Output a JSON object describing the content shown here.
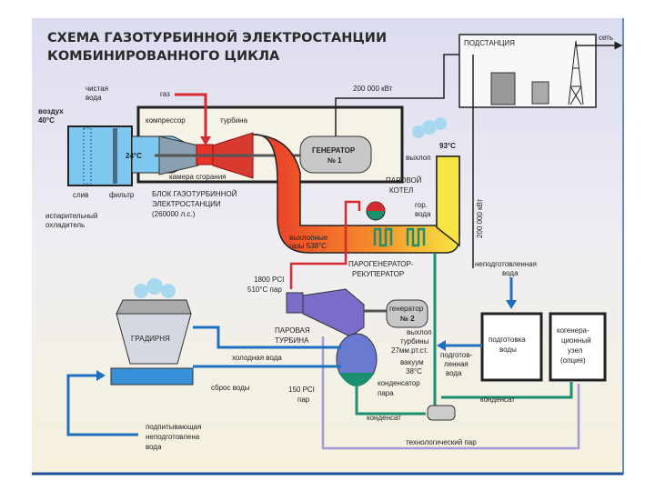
{
  "title": {
    "line1": "СХЕМА ГАЗОТУРБИННОЙ ЭЛЕКТРОСТАНЦИИ",
    "line2": "КОМБИНИРОВАННОГО ЦИКЛА"
  },
  "colors": {
    "hot_gas": "#e8322a",
    "exhaust": "#f7e545",
    "steam": "#d42a30",
    "water": "#1f6fc0",
    "condensate": "#1a9070",
    "process_steam": "#a59ad8",
    "turbine": "#7a6cc8",
    "border": "#1d4f9a"
  },
  "labels": {
    "clean_water": [
      "чистая",
      "вода"
    ],
    "air": [
      "воздух",
      "40°C"
    ],
    "gas": "газ",
    "compressor": "компрессор",
    "turbine": "турбина",
    "temp_24": "24°C",
    "combustion_chamber": "камера сгорания",
    "drain": "слив",
    "filter": "фильтр",
    "evap_cooler": [
      "испарительный",
      "охладитель"
    ],
    "gt_block": [
      "БЛОК ГАЗОТУРБИННОЙ",
      "ЭЛЕКТРОСТАНЦИИ",
      "(260000 л.с.)"
    ],
    "generator1": [
      "ГЕНЕРАТОР",
      "№ 1"
    ],
    "power1": "200 000 кВт",
    "substation": "ПОДСТАНЦИЯ",
    "grid": "сеть",
    "temp_93": "93°C",
    "exhaust": "выхлоп",
    "steam_boiler": [
      "ПАРОВОЙ",
      "КОТЕЛ"
    ],
    "hot_water": [
      "гор.",
      "вода"
    ],
    "exhaust_gases": [
      "выхлопные",
      "газы 538°C"
    ],
    "hrsg": [
      "ПАРОГЕНЕРАТОР-",
      "РЕКУПЕРАТОР"
    ],
    "power2": "200 000 кВт",
    "raw_water": [
      "неподготовленная",
      "вода"
    ],
    "hp_steam": [
      "1800 PCI",
      "510°C пар"
    ],
    "steam_turbine": [
      "ПАРОВАЯ",
      "ТУРБИНА"
    ],
    "generator2": [
      "генератор",
      "№ 2"
    ],
    "turbine_exhaust": [
      "выхлоп",
      "турбины",
      "27мм.рт.ст.",
      "вакуум",
      "38°C"
    ],
    "treated_water": [
      "подготов-",
      "ленная",
      "вода"
    ],
    "water_treatment": [
      "подготовка",
      "воды"
    ],
    "cogen": [
      "когенера-",
      "ционный",
      "узел",
      "(опция)"
    ],
    "cooling_tower": "ГРАДИРНЯ",
    "cold_water": "холодная вода",
    "water_discharge": "сброс воды",
    "lp_steam": [
      "150 PCI",
      "пар"
    ],
    "condenser": [
      "конденсатор",
      "пара"
    ],
    "condensate1": "конденсат",
    "condensate2": "конденсат",
    "process_steam": "технологический пар",
    "makeup_water": [
      "подпитывающая",
      "неподготовлена",
      "вода"
    ]
  }
}
